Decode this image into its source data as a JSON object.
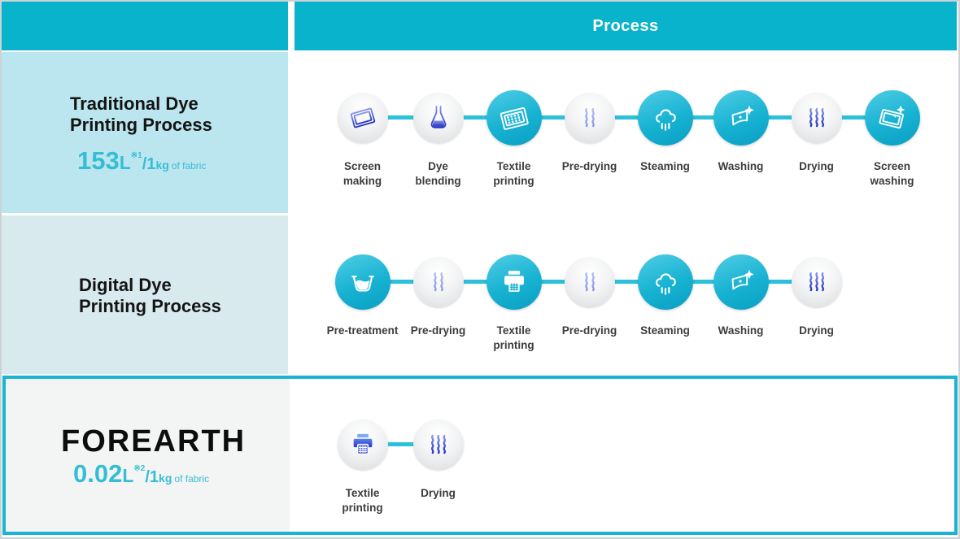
{
  "header": {
    "process_label": "Process"
  },
  "colors": {
    "header_teal": "#09b3cc",
    "row_traditional_bg": "#bce6ef",
    "row_digital_bg": "#d8eaee",
    "forearth_border_teal": "#19b5d0",
    "forearth_left_bg": "#f3f4f4",
    "accent_cyan_text": "#35bdd5",
    "connector_teal": "#2bc1db",
    "icon_blue": "#2f3fd4"
  },
  "rows": {
    "traditional": {
      "title": "Traditional Dye\nPrinting Process",
      "value": {
        "amount": "153",
        "liter": "L",
        "sup": "※1",
        "slash": "/1",
        "kg": "kg",
        "rest": "of fabric"
      },
      "steps": [
        {
          "label": "Screen\nmaking",
          "icon": "screen-making",
          "style": "grey"
        },
        {
          "label": "Dye\nblending",
          "icon": "dye-blending",
          "style": "grey"
        },
        {
          "label": "Textile\nprinting",
          "icon": "textile-printing-screen",
          "style": "teal"
        },
        {
          "label": "Pre-drying",
          "icon": "pre-drying",
          "style": "grey"
        },
        {
          "label": "Steaming",
          "icon": "steaming",
          "style": "teal"
        },
        {
          "label": "Washing",
          "icon": "washing",
          "style": "teal"
        },
        {
          "label": "Drying",
          "icon": "drying",
          "style": "grey"
        },
        {
          "label": "Screen\nwashing",
          "icon": "screen-washing",
          "style": "teal"
        }
      ]
    },
    "digital": {
      "title": "Digital Dye\nPrinting Process",
      "steps": [
        {
          "label": "Pre-treatment",
          "icon": "pre-treatment",
          "style": "teal"
        },
        {
          "label": "Pre-drying",
          "icon": "pre-drying",
          "style": "grey"
        },
        {
          "label": "Textile\nprinting",
          "icon": "textile-printing-printer",
          "style": "teal"
        },
        {
          "label": "Pre-drying",
          "icon": "pre-drying",
          "style": "grey"
        },
        {
          "label": "Steaming",
          "icon": "steaming",
          "style": "teal"
        },
        {
          "label": "Washing",
          "icon": "washing",
          "style": "teal"
        },
        {
          "label": "Drying",
          "icon": "drying",
          "style": "grey"
        }
      ]
    },
    "forearth": {
      "logo": "FOREARTH",
      "value": {
        "amount": "0.02",
        "liter": "L",
        "sup": "※2",
        "slash": "/1",
        "kg": "kg",
        "rest": "of fabric"
      },
      "steps": [
        {
          "label": "Textile\nprinting",
          "icon": "textile-printing-printer",
          "style": "grey-blue"
        },
        {
          "label": "Drying",
          "icon": "drying",
          "style": "grey"
        }
      ]
    }
  }
}
